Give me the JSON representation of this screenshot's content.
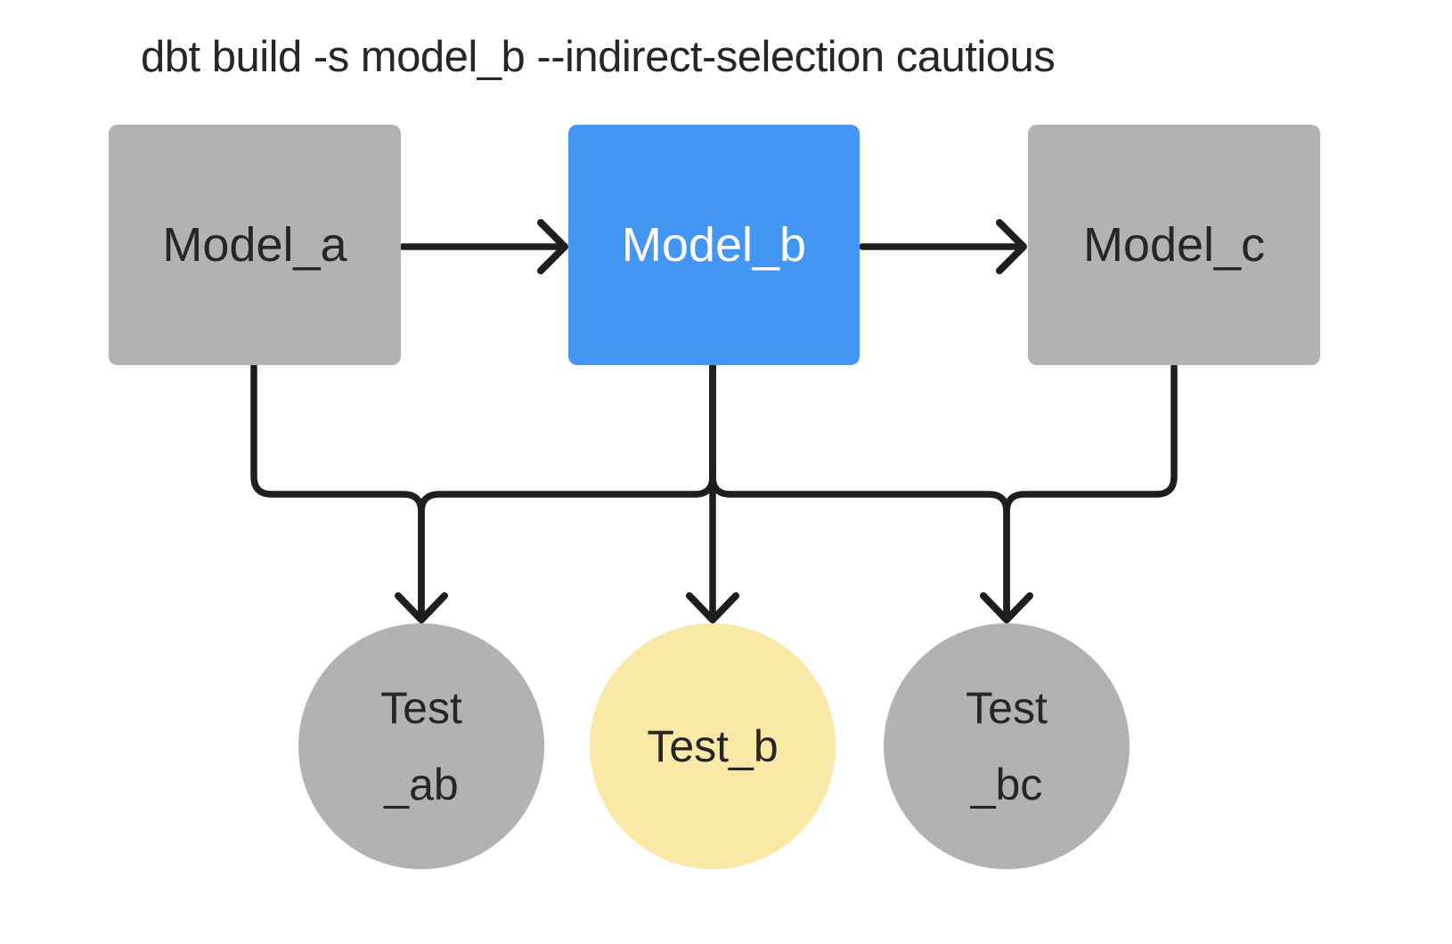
{
  "title": "dbt build -s model_b --indirect-selection cautious",
  "colors": {
    "background": "#ffffff",
    "model_default": "#b2b2b2",
    "model_selected": "#4496f5",
    "test_default": "#b2b2b2",
    "test_selected": "#fae8a6",
    "edge": "#1e1e1e",
    "text_dark": "#262626",
    "text_light": "#ffffff"
  },
  "models": [
    {
      "id": "model_a",
      "label": "Model_a",
      "selected": false
    },
    {
      "id": "model_b",
      "label": "Model_b",
      "selected": true
    },
    {
      "id": "model_c",
      "label": "Model_c",
      "selected": false
    }
  ],
  "tests": [
    {
      "id": "test_ab",
      "line1": "Test",
      "line2": "_ab",
      "selected": false
    },
    {
      "id": "test_b",
      "line1": "Test_b",
      "selected": true
    },
    {
      "id": "test_bc",
      "line1": "Test",
      "line2": "_bc",
      "selected": false
    }
  ],
  "edges": [
    {
      "from": "model_a",
      "to": "model_b"
    },
    {
      "from": "model_b",
      "to": "model_c"
    },
    {
      "from": "model_a",
      "to": "test_ab"
    },
    {
      "from": "model_b",
      "to": "test_ab"
    },
    {
      "from": "model_b",
      "to": "test_b"
    },
    {
      "from": "model_b",
      "to": "test_bc"
    },
    {
      "from": "model_c",
      "to": "test_bc"
    }
  ]
}
